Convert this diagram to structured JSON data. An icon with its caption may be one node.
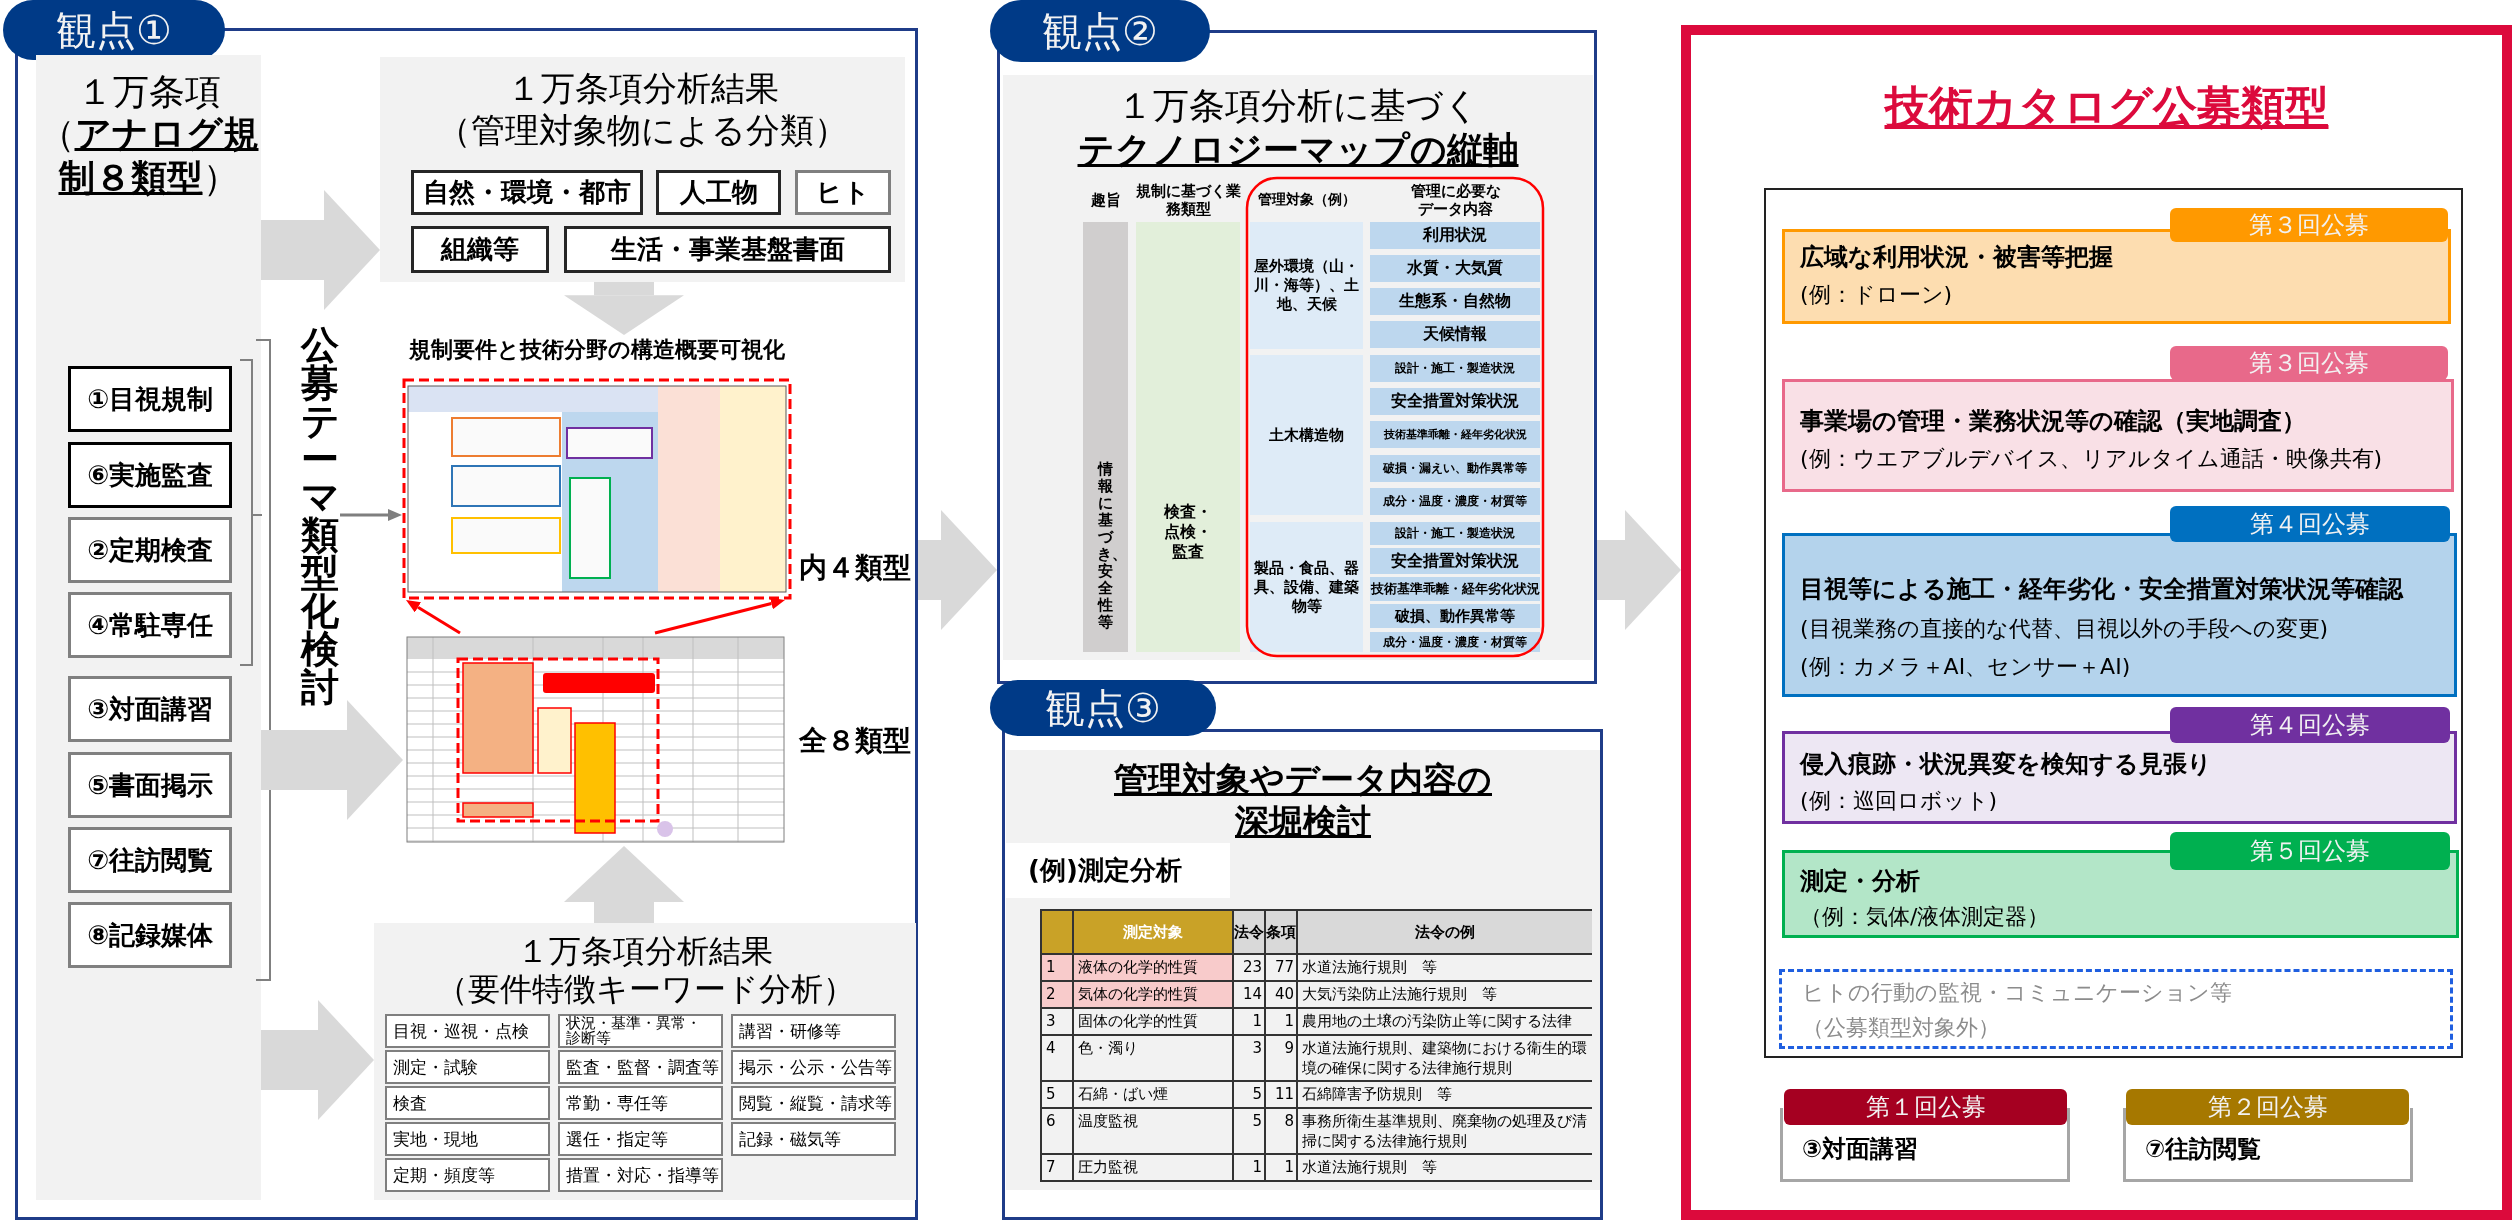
{
  "diagram": {
    "nodes": [
      {
        "text": [
          "観点①"
        ]
      },
      {
        "text": [
          "１万条項",
          "（**アナログ規制８類型**）"
        ],
        "in": 0
      },
      {
        "text": [
          "①目視規制"
        ],
        "in": 1
      },
      {
        "text": [
          "⑥実施監査"
        ],
        "in": 1
      },
      {
        "text": [
          "②定期検査"
        ],
        "in": 1
      },
      {
        "text": [
          "④常駐専任"
        ],
        "in": 1
      },
      {
        "text": [
          "③対面講習"
        ],
        "in": 1
      },
      {
        "text": [
          "⑤書面掲示"
        ],
        "in": 1
      },
      {
        "text": [
          "⑦往訪閲覧"
        ],
        "in": 1
      },
      {
        "text": [
          "⑧記録媒体"
        ],
        "in": 1
      },
      {
        "text": [
          "１万条項分析結果",
          "（管理対象物による分類）"
        ],
        "in": 0
      },
      {
        "text": [
          "自然・環境・都市"
        ],
        "in": 10
      },
      {
        "text": [
          "人工物"
        ],
        "in": 10
      },
      {
        "text": [
          "ヒト"
        ],
        "in": 10
      },
      {
        "text": [
          "組織等"
        ],
        "in": 10
      },
      {
        "text": [
          "生活・事業基盤書面"
        ],
        "in": 10
      },
      {
        "text": [
          "規制要件と技術分野の構造概要可視化"
        ],
        "beside": [
          "内４類型"
        ],
        "in": 0
      },
      {
        "text": [],
        "shape": "picture",
        "beside": [
          "全８類型"
        ],
        "in": 0
      },
      {
        "text": [
          "１万条項分析結果",
          "（要件特徴キーワード分析）"
        ],
        "in": 0
      },
      {
        "text": [
          "目視・巡視・点検"
        ],
        "in": 18
      },
      {
        "text": [
          "状況・基準・異常・診断等"
        ],
        "in": 18
      },
      {
        "text": [
          "講習・研修等"
        ],
        "in": 18
      },
      {
        "text": [
          "測定・試験"
        ],
        "in": 18
      },
      {
        "text": [
          "監査・監督・調査等"
        ],
        "in": 18
      },
      {
        "text": [
          "掲示・公示・公告等"
        ],
        "in": 18
      },
      {
        "text": [
          "検査"
        ],
        "in": 18
      },
      {
        "text": [
          "常勤・専任等"
        ],
        "in": 18
      },
      {
        "text": [
          "閲覧・縦覧・請求等"
        ],
        "in": 18
      },
      {
        "text": [
          "実地・現地"
        ],
        "in": 18
      },
      {
        "text": [
          "選任・指定等"
        ],
        "in": 18
      },
      {
        "text": [
          "記録・磁気等"
        ],
        "in": 18
      },
      {
        "text": [
          "定期・頻度等"
        ],
        "in": 18
      },
      {
        "text": [
          "措置・対応・指導等"
        ],
        "in": 18
      },
      {
        "text": [
          "観点②",
          "１万条項分析に基づく",
          "テクノロジーマップの縦軸"
        ]
      },
      {
        "text": [
          "観点③",
          "管理対象やデータ内容の深堀検討"
        ]
      },
      {
        "text": [
          "技術カタログ公募類型"
        ]
      },
      {
        "text": [],
        "shape": "box",
        "in": 35
      },
      {
        "text": [
          "第３回公募",
          "広域な利用状況・被害等把握",
          "(例：ドローン)"
        ],
        "in": 36
      },
      {
        "text": [
          "第３回公募",
          "事業場の管理・業務状況等の確認（実地調査）",
          "(例：ウエアブルデバイス、リアルタイム通話・映像共有)"
        ],
        "in": 36
      },
      {
        "text": [
          "第４回公募",
          "目視等による施工・経年劣化・安全措置対策状況等確認",
          "(目視業務の直接的な代替、目視以外の手段への変更)",
          "(例：カメラ＋AI、センサー＋AI)"
        ],
        "in": 36
      },
      {
        "text": [
          "第４回公募",
          "侵入痕跡・状況異変を検知する見張り",
          "(例：巡回ロボット)"
        ],
        "in": 36
      },
      {
        "text": [
          "第５回公募",
          "測定・分析",
          "（例：気体/液体測定器）"
        ],
        "in": 36
      },
      {
        "text": [
          "ヒトの行動の監視・コミュニケーション等",
          "（公募類型対象外）"
        ],
        "in": 36
      },
      {
        "text": [
          "第１回公募",
          "③対面講習"
        ],
        "in": 35
      },
      {
        "text": [
          "第２回公募",
          "⑦往訪閲覧"
        ],
        "in": 35
      },
      {
        "text": [
          "公募テーマ類型化検討"
        ],
        "in": 0
      }
    ],
    "edges": [
      {
        "from": 1,
        "to": 10,
        "arrow": "to"
      },
      {
        "from": 1,
        "to": 17,
        "arrow": "to"
      },
      {
        "from": 1,
        "to": 18,
        "arrow": "to"
      },
      {
        "from": 10,
        "to": 16,
        "arrow": "to"
      },
      {
        "from": 18,
        "to": 17,
        "arrow": "to"
      },
      {
        "from": 17,
        "to": 16,
        "arrow": "to",
        "color": "#ff0000"
      },
      {
        "from": 17,
        "to": 16,
        "arrow": "to",
        "color": "#ff0000"
      },
      {
        "from": 45,
        "to": 16,
        "arrow": "to",
        "color": "#7f7f7f"
      },
      {
        "from": 0,
        "to": 33,
        "arrow": "to"
      },
      {
        "from": 33,
        "to": 35,
        "arrow": "to"
      }
    ],
    "labels": [
      "趣旨",
      "規制に基づく業務類型",
      "管理対象（例）",
      "管理に必要なデータ内容",
      "情報に基づき、安全性等",
      "検査・点検・監査",
      "屋外環境（山・川・海等）、土地、天候",
      "利用状況",
      "水質・大気質",
      "生態系・自然物",
      "天候情報",
      "土木構造物",
      "設計・施工・製造状況",
      "安全措置対策状況",
      "技術基準乖離・経年劣化状況",
      "破損・漏えい、動作異常等",
      "成分・温度・濃度・材質等",
      "製品・食品、器具、設備、建築物等",
      "設計・施工・製造状況",
      "安全措置対策状況",
      "技術基準乖離・経年劣化状況",
      "破損、動作異常等",
      "成分・温度・濃度・材質等",
      "(例)測定分析",
      "測定対象",
      "法令",
      "条項",
      "法令の例",
      "1",
      "液体の化学的性質",
      "23",
      "77",
      "水道法施行規則　等",
      "2",
      "気体の化学的性質",
      "14",
      "40",
      "大気汚染防止法施行規則　等",
      "3",
      "固体の化学的性質",
      "1",
      "1",
      "農用地の土壌の汚染防止等に関する法律",
      "4",
      "色・濁り",
      "3",
      "9",
      "水道法施行規則、建築物における衛生的環境の確保に関する法律施行規則",
      "5",
      "石綿・ばい煙",
      "5",
      "11",
      "石綿障害予防規則　等",
      "6",
      "温度監視",
      "5",
      "8",
      "事務所衛生基準規則、廃棄物の処理及び清掃に関する法律施行規則",
      "7",
      "圧力監視",
      "1",
      "1",
      "水道法施行規則　等"
    ]
  }
}
